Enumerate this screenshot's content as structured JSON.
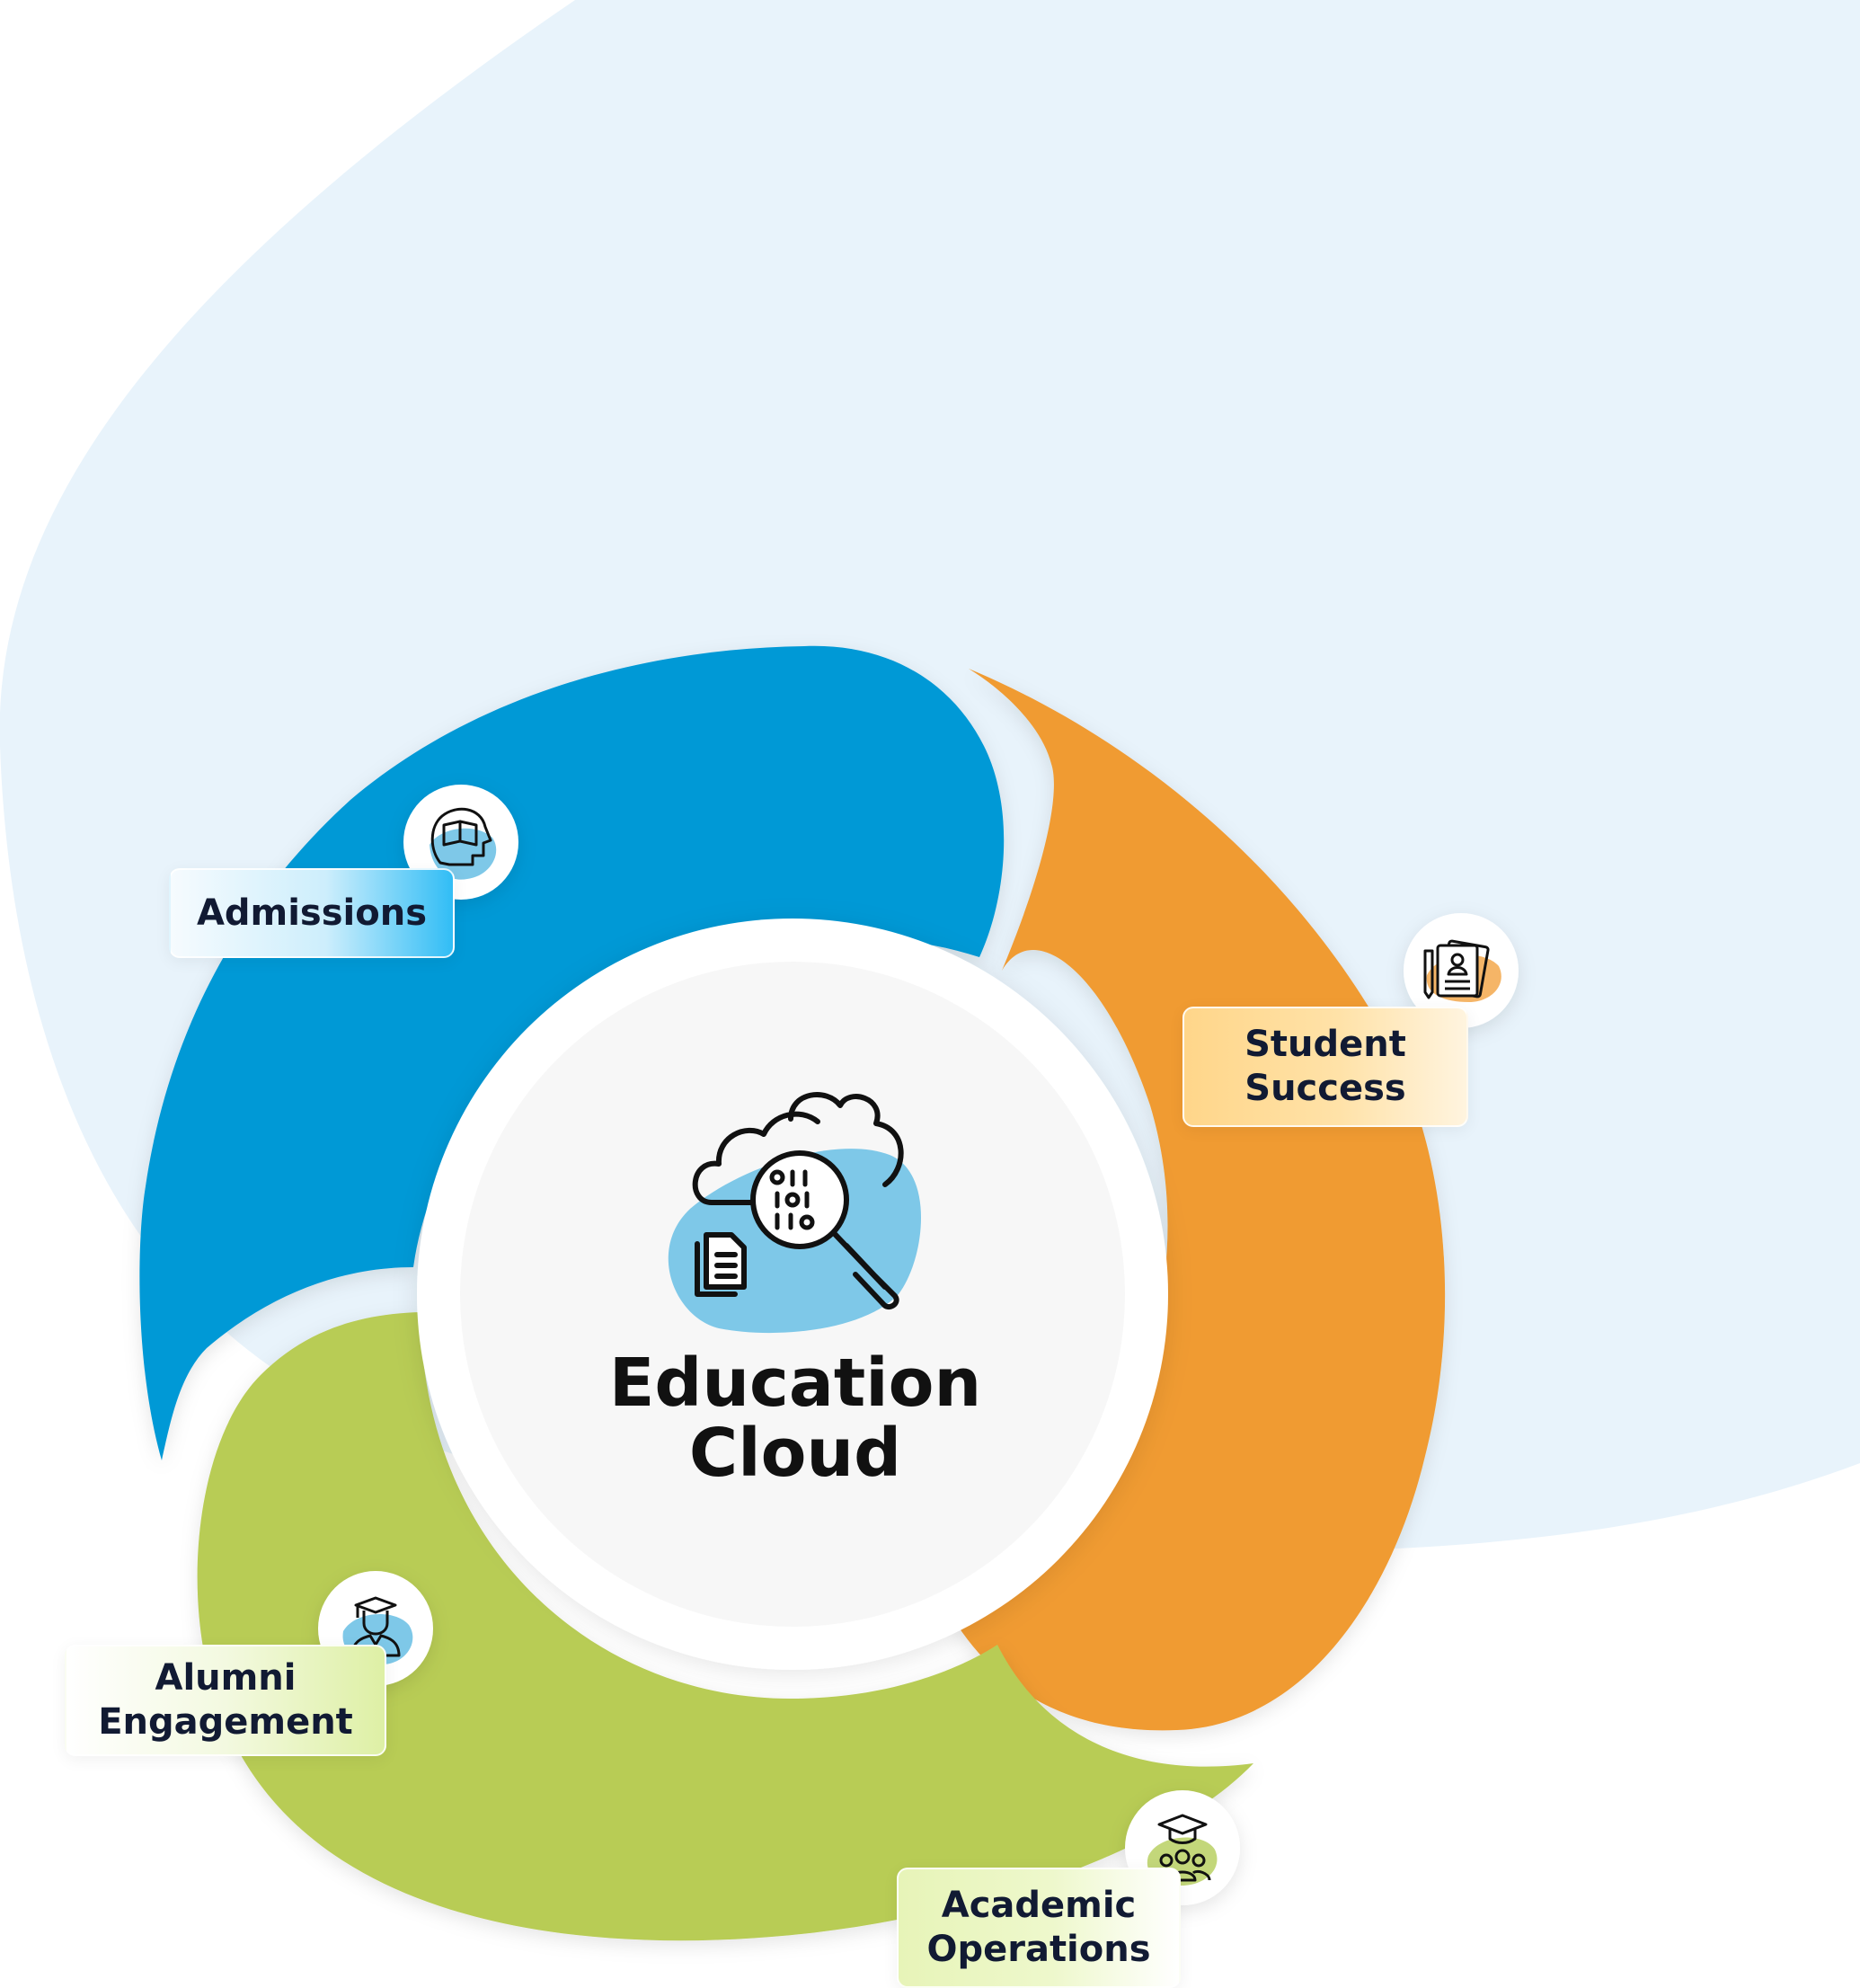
{
  "center": {
    "title": "Education\nCloud",
    "icon": "cloud-data-search-icon"
  },
  "segments": [
    {
      "label": "Admissions",
      "icon": "head-book-icon",
      "color": "#0399d6"
    },
    {
      "label": "Student\nSuccess",
      "icon": "student-profile-documents-icon",
      "color": "#f09b33"
    },
    {
      "label": "Academic\nOperations",
      "icon": "graduation-cap-group-icon",
      "color": "#b8cc55"
    },
    {
      "label": "Alumni\nEngagement",
      "icon": "graduate-person-icon",
      "color": "#b8cc55"
    }
  ],
  "colors": {
    "background_blob": "#e8f3fb",
    "admissions": "#0399d6",
    "student_success": "#f09b33",
    "academic_operations": "#b8cc55",
    "icon_blob_blue": "#7ec8e8",
    "icon_blob_orange": "#f5b567",
    "icon_blob_green": "#c3d77a",
    "text": "#111a33"
  }
}
